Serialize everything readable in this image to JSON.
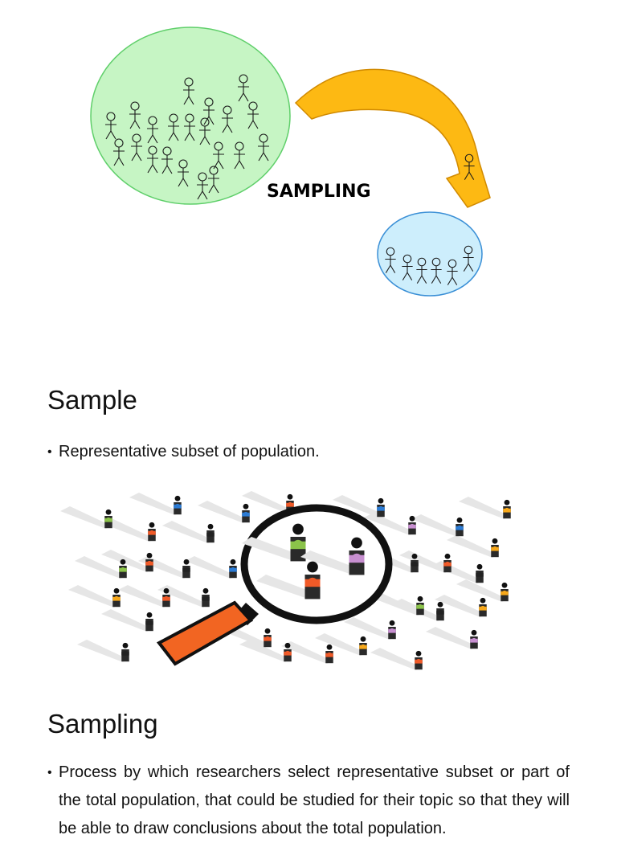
{
  "diagram": {
    "label": "SAMPLING",
    "colors": {
      "population_fill": "#c6f5c4",
      "population_stroke": "#5fcf6a",
      "sample_fill": "#cdeefc",
      "sample_stroke": "#3a8fd6",
      "arrow_fill": "#fdb913",
      "arrow_stroke": "#d18a00",
      "figure_stroke": "#1a1a1a"
    },
    "icons": [
      "stick-figure-icon",
      "curved-arrow-icon"
    ]
  },
  "sections": [
    {
      "heading": "Sample",
      "bullets": [
        "Representative subset of population."
      ]
    },
    {
      "heading": "Sampling",
      "bullets": [
        "Process by which researchers select representative subset or part of the total population, that could be studied for their topic so that they will be able to draw conclusions about the total population."
      ]
    }
  ],
  "illustration": {
    "icons": [
      "magnifying-glass-icon",
      "person-icon"
    ],
    "colors": {
      "handle": "#f26522",
      "lens_ring": "#111111",
      "person_colors": [
        "#8bc34a",
        "#2b7bd4",
        "#f05a28",
        "#f7a81b",
        "#c78fd0",
        "#222222"
      ]
    }
  }
}
